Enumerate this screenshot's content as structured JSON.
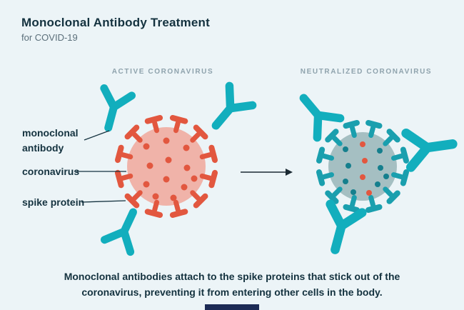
{
  "title": "Monoclonal Antibody Treatment",
  "subtitle": "for COVID-19",
  "sections": {
    "left": "ACTIVE CORONAVIRUS",
    "right": "NEUTRALIZED CORONAVIRUS"
  },
  "labels": {
    "antibody_line1": "monoclonal",
    "antibody_line2": "antibody",
    "coronavirus": "coronavirus",
    "spike": "spike protein"
  },
  "caption": {
    "line1": "Monoclonal antibodies attach to the spike proteins that stick out of the",
    "line2": "coronavirus, preventing it from entering other cells in the body."
  },
  "colors": {
    "background": "#ecf4f7",
    "teal": "#12aebd",
    "virus_pink": "#f0b3a9",
    "spike_red": "#e2573f",
    "virus_gray": "#a5bfc2",
    "spike_teal": "#1a9fae",
    "dot_teal": "#157f8d",
    "text_dark": "#14323f",
    "text_gray": "#8fa3ad"
  }
}
